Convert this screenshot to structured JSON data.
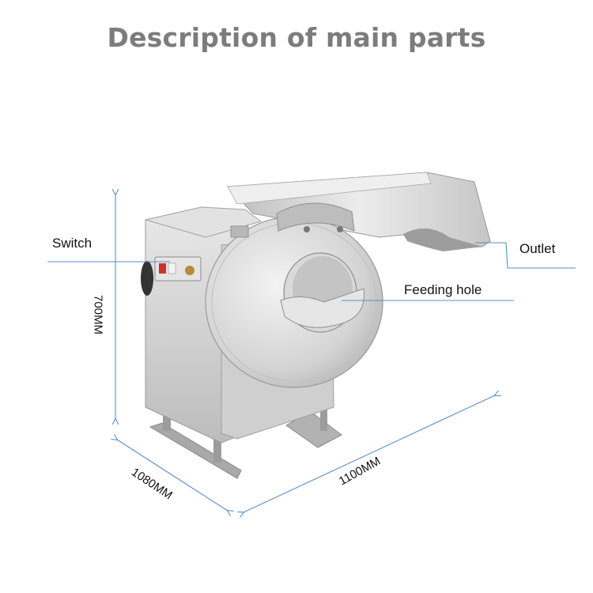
{
  "title": "Description of main parts",
  "labels": {
    "switch": "Switch",
    "outlet": "Outlet",
    "feeding_hole": "Feeding hole"
  },
  "dimensions": {
    "height": "700MM",
    "depth": "1080MM",
    "width": "1100MM"
  },
  "colors": {
    "title": "#7c7c7c",
    "dimension_lines": "#5b8dc9",
    "leader_lines": "#5b8dc9",
    "steel": "#d8d8d8"
  }
}
